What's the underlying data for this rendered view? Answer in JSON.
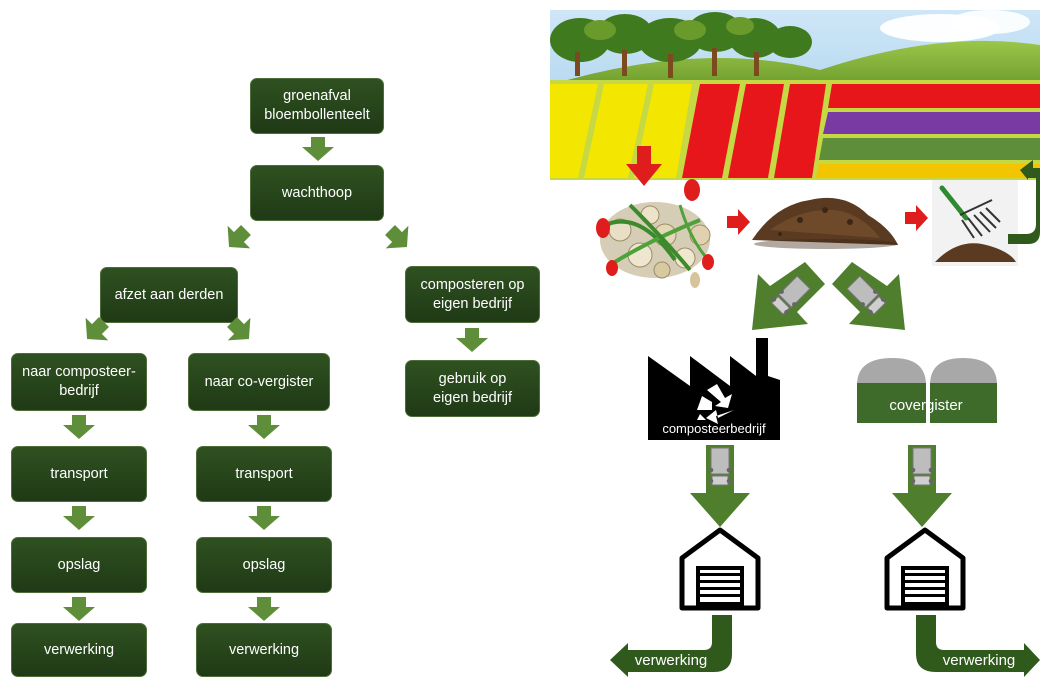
{
  "flowchart": {
    "groenafval": "groenafval\nbloembollenteelt",
    "wachthoop": "wachthoop",
    "afzet": "afzet aan derden",
    "composteren": "composteren op\neigen bedrijf",
    "naar_compost": "naar composteer-\nbedrijf",
    "naar_covergister": "naar co-vergister",
    "gebruik": "gebruik op\neigen bedrijf",
    "transport": "transport",
    "opslag": "opslag",
    "verwerking": "verwerking"
  },
  "illustration": {
    "composteerbedrijf": "composteerbedrijf",
    "covergister": "covergister",
    "verwerking_left": "verwerking",
    "verwerking_right": "verwerking"
  },
  "colors": {
    "box_fill": "#2a4a1e",
    "arrow_green": "#5f8e3b",
    "dark_green": "#2f5a1c"
  }
}
